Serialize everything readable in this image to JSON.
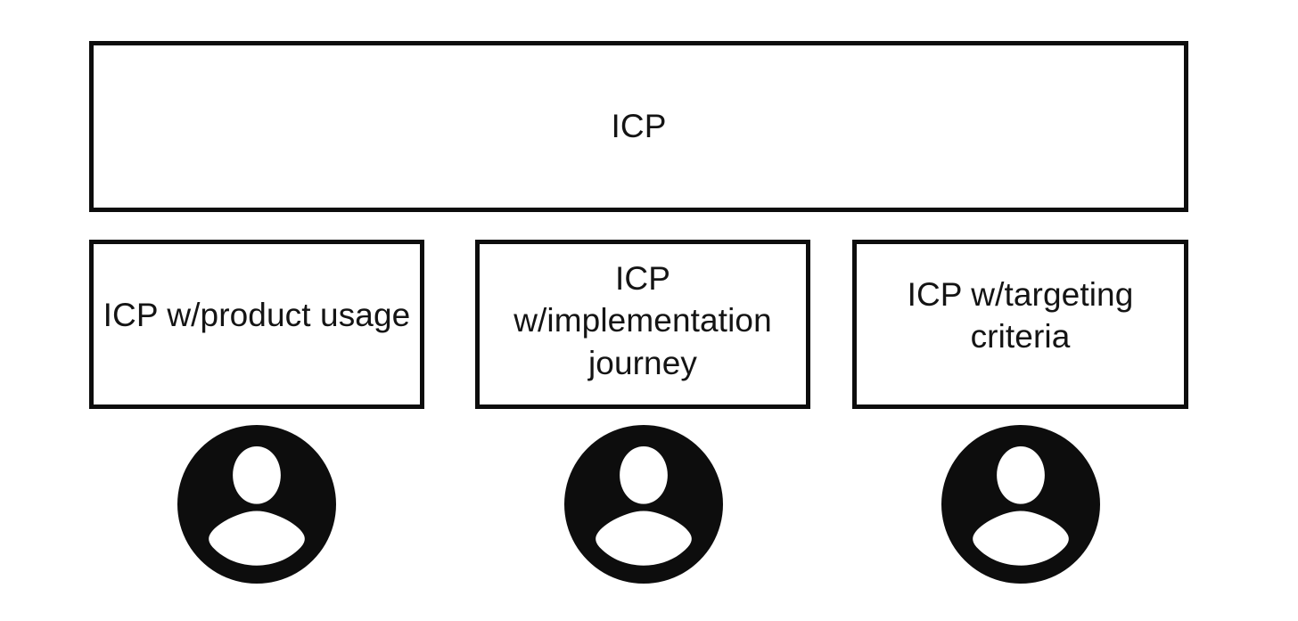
{
  "diagram": {
    "type": "hierarchy",
    "background_color": "#ffffff",
    "line_color": "#0d0d0d",
    "text_color": "#141414",
    "root": {
      "label": "ICP"
    },
    "children": [
      {
        "label": "ICP w/product usage",
        "avatar_icon": "person-avatar-icon"
      },
      {
        "label": "ICP\nw/implementation\njourney",
        "avatar_icon": "person-avatar-icon"
      },
      {
        "label": "ICP w/targeting criteria",
        "avatar_icon": "person-avatar-icon"
      }
    ]
  }
}
